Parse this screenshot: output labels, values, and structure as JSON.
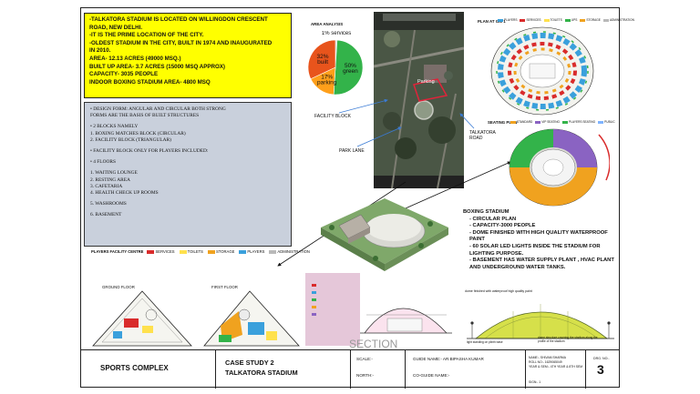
{
  "info_box": {
    "lines": [
      "-TALKATORA STADIUM IS LOCATED ON WILLINGDON CRESCENT",
      "ROAD, NEW DELHI.",
      "-IT IS THE PRIME LOCATION OF THE CITY.",
      "-OLDEST STADIUM IN THE CITY, BUILT IN 1974 AND INAUGURATED",
      "IN 2010.",
      "AREA- 12.13 ACRES (49000 MSQ.)",
      "BUILT UP AREA- 3.7 ACRES (15000 MSQ APPROX)",
      "CAPACITY- 3035 PEOPLE",
      "INDOOR BOXING STADIUM AREA- 4800 MSQ"
    ]
  },
  "area_analysis": {
    "title": "AREA ANALYSIS",
    "slices": [
      {
        "label": "services",
        "value": 1,
        "text": "1%",
        "color": "#cfcfcf"
      },
      {
        "label": "green",
        "value": 50,
        "text": "50%",
        "color": "#33b34a"
      },
      {
        "label": "parking",
        "value": 17,
        "text": "17%",
        "color": "#ff9f1a"
      },
      {
        "label": "built",
        "value": 32,
        "text": "32%",
        "color": "#e8541c"
      }
    ]
  },
  "design_notes": {
    "lines": [
      "•   DESIGN FORM: ANGULAR AND  CIRCULAR BOTH STRONG",
      "     FORMS ARE THE BASIS OF BUILT STRUCTURES",
      "",
      "•   2 BLOCKS NAMELY",
      "1.   BOXING MATCHES BLOCK (CIRCULAR)",
      "2.   FACILITY BLOCK (TRIANGULAR)",
      "",
      "•   FACILITY BLOCK ONLY FOR PLAYERS INCLUDED:",
      "",
      "•   4 FLOORS",
      "1.   WAITING LOUNGE",
      "2.   RESTING AREA",
      "3.   CAFETARIA",
      "4.   HEALTH CHECK UP ROOMS",
      "5.   WASHROOMS",
      "",
      "6.   BASEMENT"
    ]
  },
  "players_legend": {
    "title": "PLAYERS FACILITY CENTRE",
    "items": [
      {
        "label": "SERVICES",
        "color": "#d92b2b"
      },
      {
        "label": "TOILETS",
        "color": "#ffe14d"
      },
      {
        "label": "STORAGE",
        "color": "#f0a21f"
      },
      {
        "label": "PLAYERS",
        "color": "#3aa0dc"
      },
      {
        "label": "ADMINISTRATION",
        "color": "#b9b9b9"
      }
    ]
  },
  "site_map": {
    "labels": {
      "facility_block": "FACILITY BLOCK",
      "parking": "Parking",
      "park_lane": "PARK LANE",
      "talkatora_road": "TALKATORA ROAD"
    }
  },
  "plan_gl": {
    "title": "PLAN AT G/L 1",
    "legend": [
      "PLAYERS",
      "SERVICES",
      "TOILETS",
      "UPS",
      "STORAGE",
      "ADMINISTRATION"
    ],
    "colors": [
      "#3aa0dc",
      "#d92b2b",
      "#ffe14d",
      "#33b34a",
      "#f0a21f",
      "#b9b9b9"
    ]
  },
  "seating_plan": {
    "title": "SEATING PLAN",
    "legend": [
      "STANDARD",
      "VIP SEATING",
      "PLAYERS SEATING",
      "PUBLIC"
    ],
    "colors": [
      "#f0a21f",
      "#8a63c2",
      "#33b34a",
      "#7fb3ff"
    ]
  },
  "boxing_stadium": {
    "title": "BOXING STADIUM",
    "items": [
      "CIRCULAR PLAN",
      "CAPACITY-3000 PEOPLE",
      "DOME FINISHED WITH HIGH QUALITY WATERPROOF PAINT",
      "60 SOLAR LED LIGHTS INSIDE THE STADIUM FOR LIGHTING PURPOSE.",
      "BASEMENT HAS WATER SUPPLY PLANT , HVAC PLANT AND UNDERGROUND WATER TANKS."
    ]
  },
  "drawings": {
    "ground_floor": "GROUND FLOOR",
    "first_floor": "FIRST FLOOR",
    "section": "SECTION",
    "dome_note": "dome finished with waterproof high quality paint",
    "dome_note2": "dome structure covering the stadium along the profile of the stadium",
    "dome_note3": "light standing on plinth base"
  },
  "title_block": {
    "sports_complex": "SPORTS COMPLEX",
    "case_study": "CASE STUDY 2",
    "stadium": "TALKATORA STADIUM",
    "scale": "SCALE:-",
    "north": "NORTH:-",
    "guide": "GUIDE NAME:- AR.BIPASHA KUMAR",
    "co_guide": "CO-GUIDE NAME:-",
    "name": "NAME:- SHIVAM SHARMA",
    "roll": "ROLL NO:- 1629065049",
    "year": "YEAR & SEM:- 4TH YEAR & 8TH SEM",
    "sign": "SIGN:- 1",
    "drg_label": "DRG. NO:-",
    "drg_no": "3"
  }
}
